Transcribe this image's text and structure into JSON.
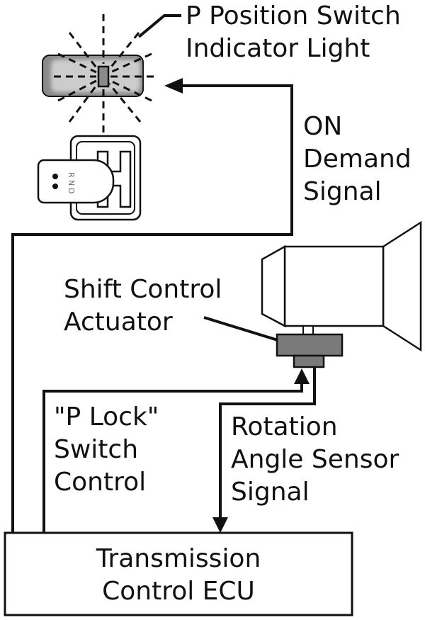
{
  "colors": {
    "line": "#111111",
    "background": "#ffffff",
    "indicator_fill": "#8a8a8a",
    "actuator_fill": "#7a7a7a"
  },
  "labels": {
    "indicator": [
      "P Position Switch",
      "Indicator Light"
    ],
    "on_demand": [
      "ON",
      "Demand",
      "Signal"
    ],
    "actuator": [
      "Shift Control",
      "Actuator"
    ],
    "p_lock": [
      "\"P Lock\"",
      "Switch",
      "Control"
    ],
    "rotation": [
      "Rotation",
      "Angle Sensor",
      "Signal"
    ],
    "ecu": [
      "Transmission",
      "Control ECU"
    ]
  },
  "shifter": {
    "knob_letters": [
      "R",
      "N",
      "D"
    ]
  }
}
